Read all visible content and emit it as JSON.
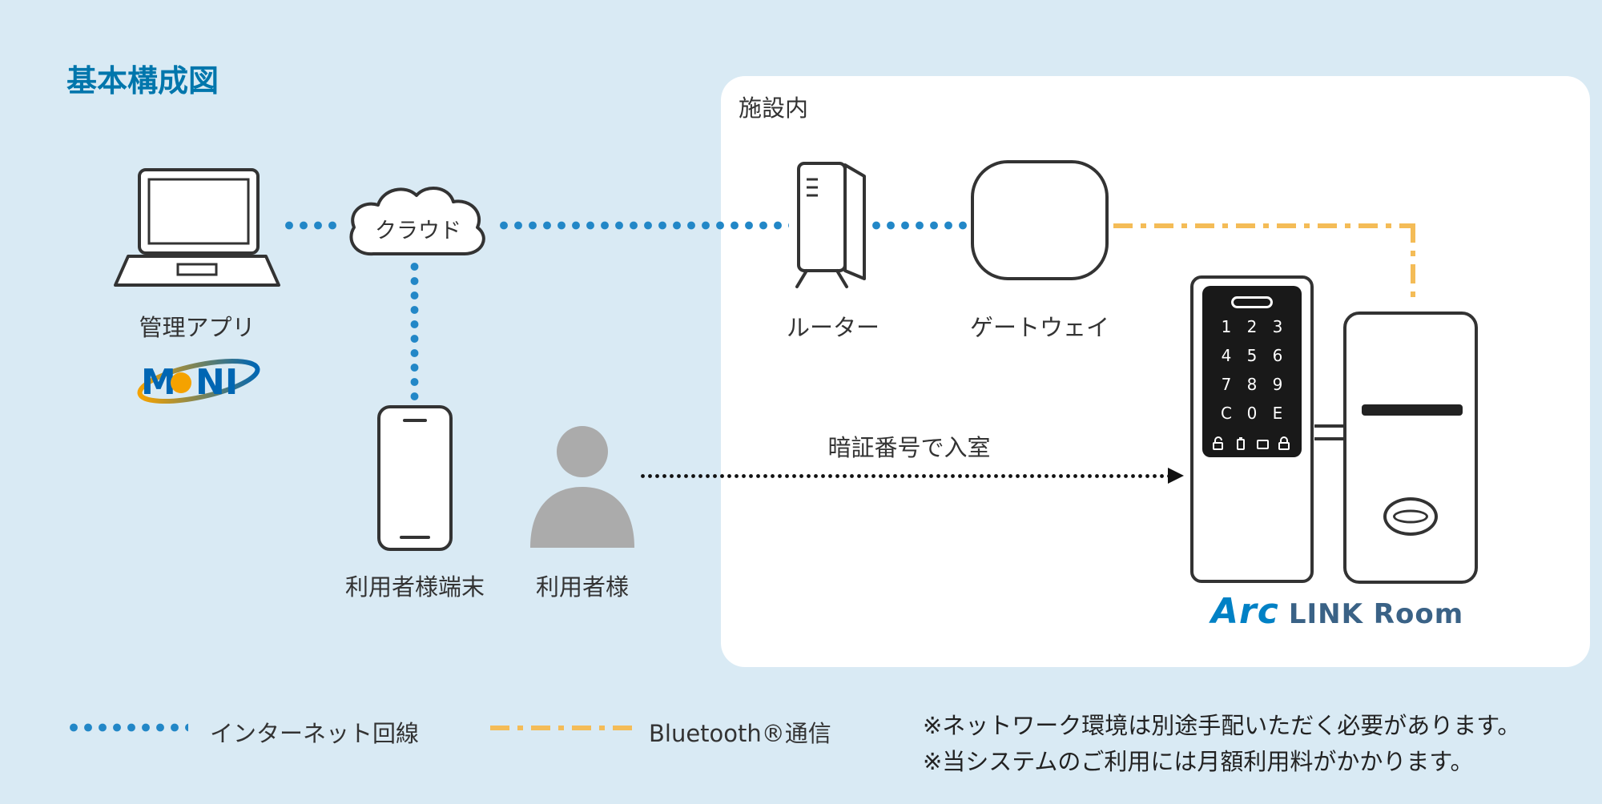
{
  "title": "基本構成図",
  "facility": {
    "label": "施設内"
  },
  "nodes": {
    "laptop": {
      "label": "管理アプリ"
    },
    "cloud": {
      "label": "クラウド"
    },
    "router": {
      "label": "ルーター"
    },
    "gateway": {
      "label": "ゲートウェイ"
    },
    "phone": {
      "label": "利用者様端末"
    },
    "user": {
      "label": "利用者様"
    },
    "pin_entry": {
      "label": "暗証番号で入室"
    }
  },
  "logos": {
    "moni": {
      "m": "M",
      "ni": "NI"
    },
    "arclink": {
      "brand": "Arc",
      "product": "LINK Room"
    }
  },
  "lock": {
    "keys": [
      "1",
      "2",
      "3",
      "4",
      "5",
      "6",
      "7",
      "8",
      "9",
      "C",
      "0",
      "E"
    ]
  },
  "legend": {
    "internet": "インターネット回線",
    "bluetooth": "Bluetooth®通信"
  },
  "notes": {
    "line1": "※ネットワーク環境は別途手配いただく必要があります。",
    "line2": "※当システムのご利用には月額利用料がかかります。"
  },
  "colors": {
    "background": "#D9EAF4",
    "title": "#0076AC",
    "internet_line": "#2287C7",
    "bluetooth_line": "#F4BC57",
    "outline": "#333333",
    "person": "#ABABAB",
    "moni_blue": "#0066B3",
    "moni_orange": "#F5A200",
    "arc_blue": "#0081C5",
    "linkroom_blue": "#3A6286",
    "keypad_panel": "#191919"
  }
}
